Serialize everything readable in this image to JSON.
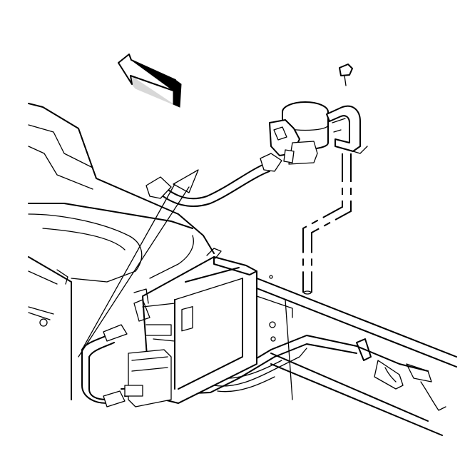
{
  "diagram": {
    "kind": "line-art exploded view",
    "colors": {
      "line": "#000000",
      "background": "#ffffff"
    },
    "parts": [
      "direction-arrow",
      "bolt",
      "filter-canister",
      "mounting-bracket",
      "vent-hose",
      "evap-canister",
      "frame-rail",
      "fuel-lines",
      "fuel-tank"
    ]
  }
}
